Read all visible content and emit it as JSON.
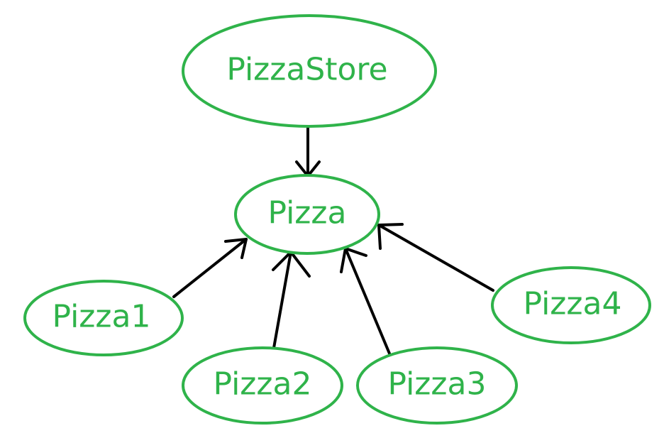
{
  "colors": {
    "node_stroke": "#2fb34a",
    "node_text": "#2fb34a",
    "edge": "#000000",
    "background": "#ffffff"
  },
  "nodes": {
    "pizza_store": {
      "label": "PizzaStore"
    },
    "pizza": {
      "label": "Pizza"
    },
    "pizza1": {
      "label": "Pizza1"
    },
    "pizza2": {
      "label": "Pizza2"
    },
    "pizza3": {
      "label": "Pizza3"
    },
    "pizza4": {
      "label": "Pizza4"
    }
  },
  "edges": [
    {
      "from": "pizza_store",
      "to": "pizza"
    },
    {
      "from": "pizza1",
      "to": "pizza"
    },
    {
      "from": "pizza2",
      "to": "pizza"
    },
    {
      "from": "pizza3",
      "to": "pizza"
    },
    {
      "from": "pizza4",
      "to": "pizza"
    }
  ]
}
